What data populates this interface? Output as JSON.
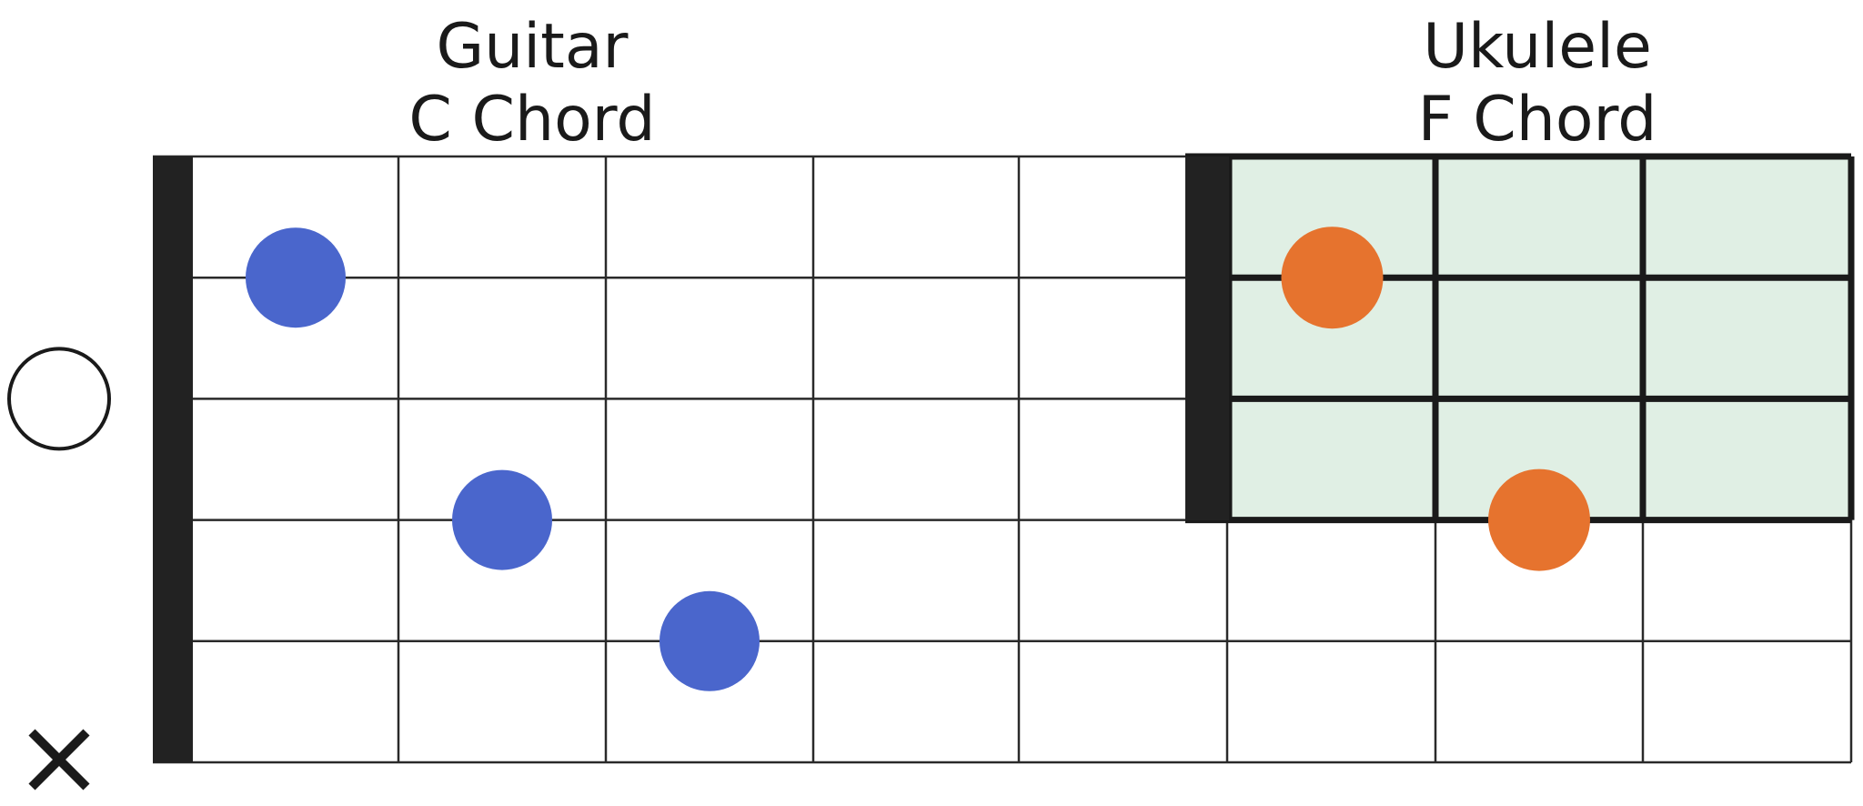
{
  "guitar": {
    "title_line1": "Guitar",
    "title_line2": "C Chord",
    "strings": 6,
    "frets_shown": 8,
    "dot_color": "#4a66cc",
    "fingered": [
      {
        "string": 2,
        "fret": 1
      },
      {
        "string": 4,
        "fret": 2
      },
      {
        "string": 5,
        "fret": 3
      }
    ],
    "open_strings": [
      3
    ],
    "muted_strings": [
      6
    ],
    "open_symbol": "○",
    "muted_symbol": "×"
  },
  "ukulele": {
    "title_line1": "Ukulele",
    "title_line2": "F Chord",
    "strings": 4,
    "frets_shown": 3,
    "highlight_color": "#e0efe4",
    "dot_color": "#e6732e",
    "fingered": [
      {
        "string": 2,
        "fret": 1
      },
      {
        "string": 4,
        "fret": 2
      }
    ]
  }
}
